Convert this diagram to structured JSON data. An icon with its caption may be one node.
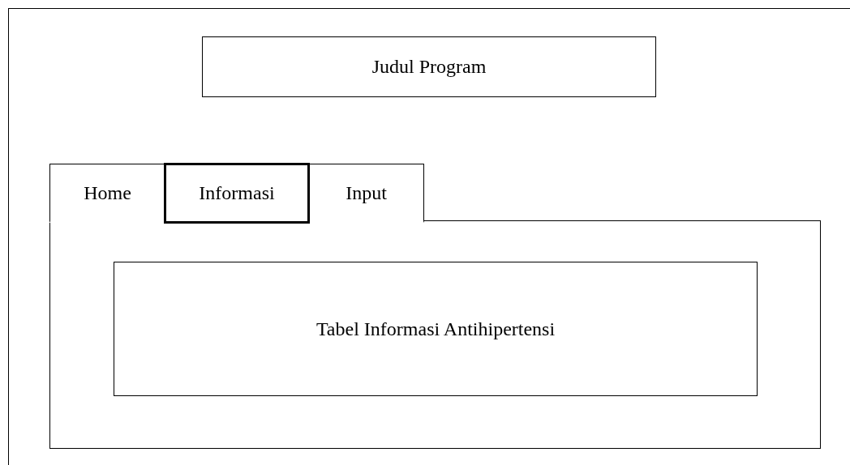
{
  "diagram": {
    "nodes": [
      {
        "text": [],
        "shape": "box"
      },
      {
        "text": [
          "Judul Program"
        ],
        "in": 0
      },
      {
        "text": [
          "Home"
        ],
        "in": 0
      },
      {
        "text": [
          "Informasi"
        ],
        "in": 0
      },
      {
        "text": [
          "Input"
        ],
        "in": 0
      },
      {
        "text": [],
        "shape": "box",
        "in": 0
      },
      {
        "text": [
          "Tabel Informasi Antihipertensi"
        ],
        "in": 5
      }
    ]
  }
}
